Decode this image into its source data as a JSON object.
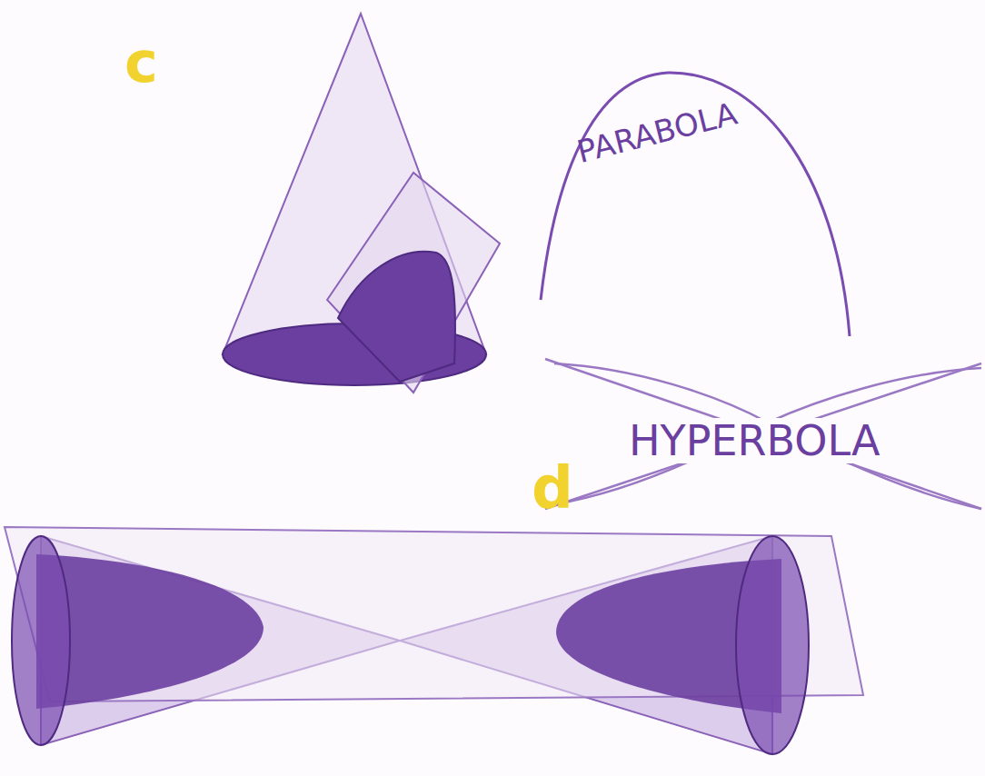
{
  "diagram": {
    "labels": [
      "c",
      "PARABOLA",
      "HYPERBOLA",
      "d"
    ]
  }
}
